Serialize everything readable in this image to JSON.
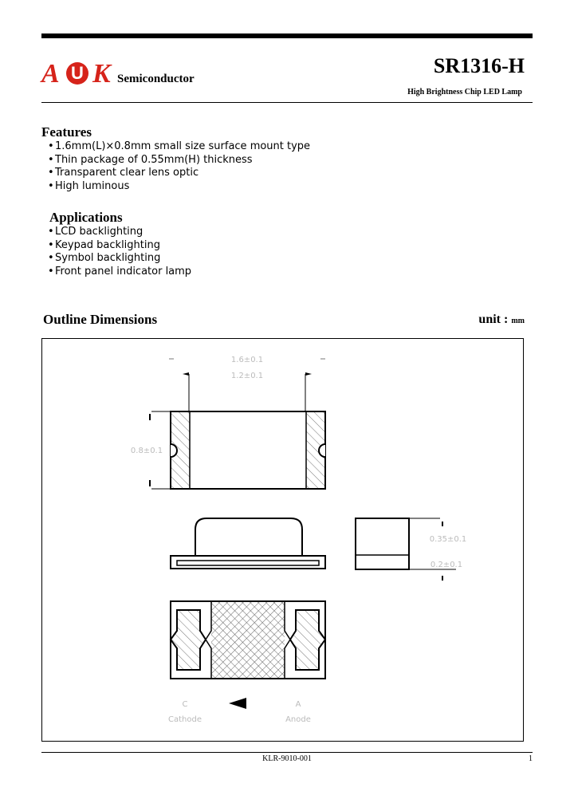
{
  "header": {
    "logo_letters": [
      "A",
      "U",
      "K"
    ],
    "company": "Semiconductor",
    "part_number": "SR1316-H",
    "subtitle": "High Brightness Chip LED Lamp"
  },
  "features": {
    "title": "Features",
    "items": [
      "1.6mm(L)×0.8mm small size surface mount type",
      "Thin package of 0.55mm(H) thickness",
      "Transparent clear lens optic",
      "High luminous"
    ]
  },
  "applications": {
    "title": "Applications",
    "items": [
      "LCD backlighting",
      "Keypad backlighting",
      "Symbol backlighting",
      "Front panel indicator lamp"
    ]
  },
  "outline": {
    "title": "Outline Dimensions",
    "unit_label": "unit :",
    "unit_value": "mm"
  },
  "drawing": {
    "dim_total_length": "1.6±0.1",
    "dim_body_length": "1.2±0.1",
    "dim_width": "0.8±0.1",
    "dim_height_upper": "0.35±0.1",
    "dim_height_lower": "0.2±0.1",
    "cathode_mark": "C",
    "cathode_label": "Cathode",
    "anode_mark": "A",
    "anode_label": "Anode"
  },
  "footer": {
    "doc_code": "KLR-9010-001",
    "page": "1"
  },
  "colors": {
    "logo_red": "#d6231a",
    "text": "#000000",
    "faint_text": "#bbbbbb"
  }
}
